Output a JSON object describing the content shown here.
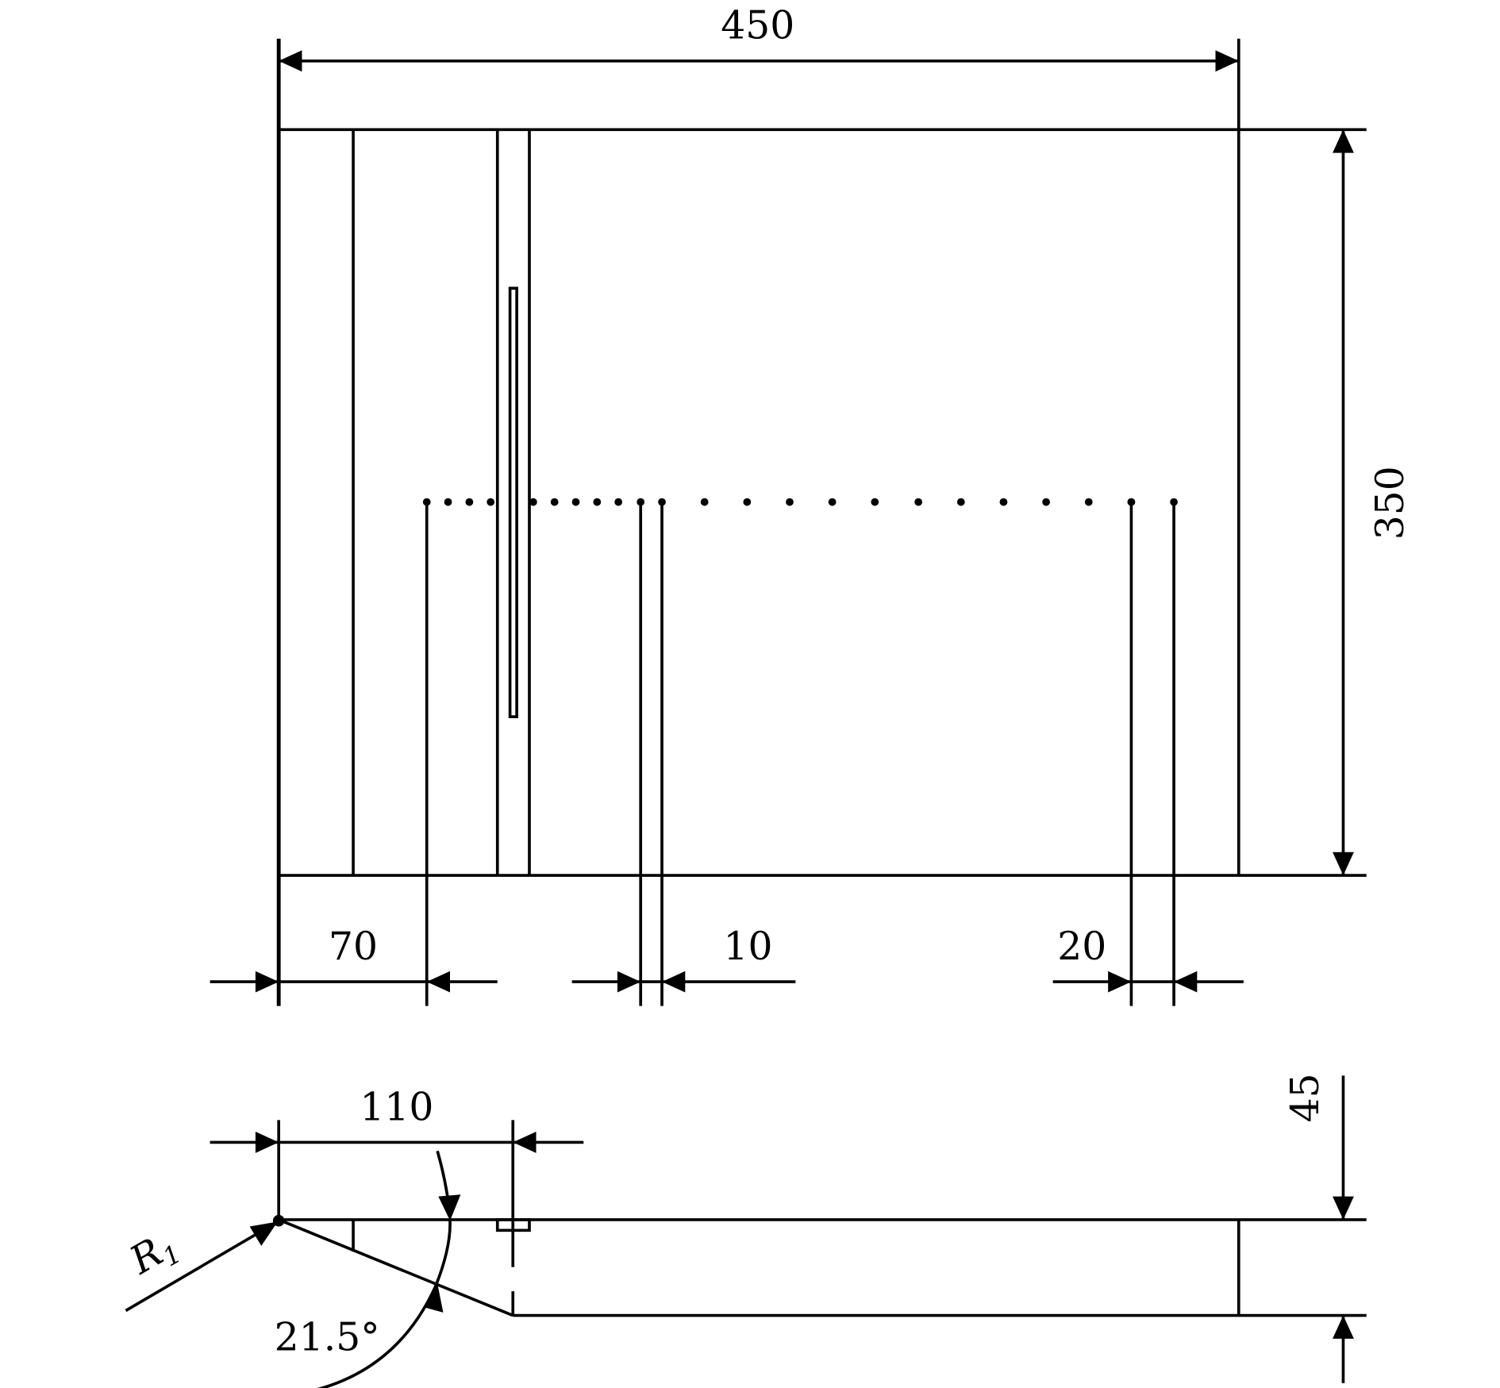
{
  "dimensions": {
    "width": "450",
    "height": "350",
    "offset_left": "70",
    "gap_mid": "10",
    "gap_right": "20",
    "section_width": "110",
    "section_height": "45",
    "angle": "21.5°",
    "radius_label": "R",
    "radius_subscript": "1"
  },
  "colors": {
    "stroke": "#000000",
    "background": "#ffffff"
  }
}
